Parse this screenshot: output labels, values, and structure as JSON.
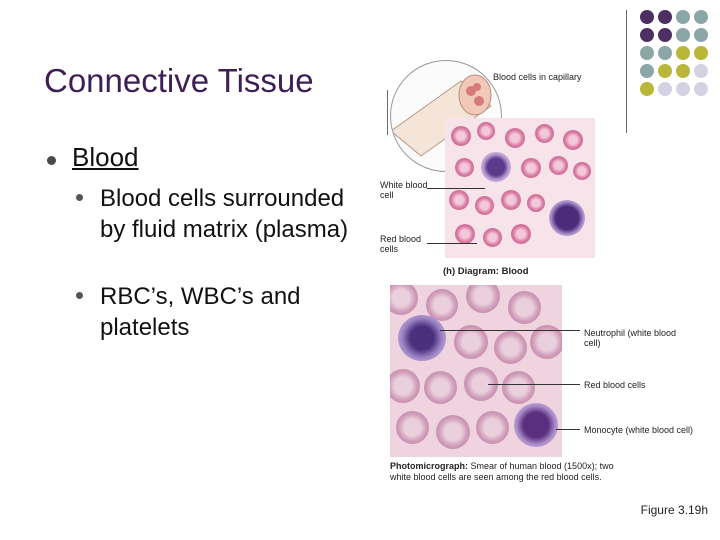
{
  "slide": {
    "title": "Connective Tissue",
    "bullet": "Blood",
    "subbullets": [
      "Blood cells surrounded by fluid matrix (plasma)",
      "RBC’s, WBC’s and platelets"
    ]
  },
  "figure": {
    "capillary_label": "Blood cells in capillary",
    "wbc_label": "White blood cell",
    "rbc_label": "Red blood cells",
    "diagram_caption": "(h) Diagram: Blood",
    "neutrophil_label": "Neutrophil (white blood cell)",
    "red_cells_label": "Red blood cells",
    "monocyte_label": "Monocyte (white blood cell)",
    "photo_caption_bold": "Photomicrograph:",
    "photo_caption_rest": " Smear of human blood (1500x); two white blood cells are seen among the red blood cells.",
    "figure_number": "Figure 3.19h"
  },
  "decor": {
    "colors": {
      "purple": "#4d2f63",
      "teal": "#8aa6a6",
      "olive": "#b9b63a",
      "lavender": "#d5d3e3"
    }
  }
}
